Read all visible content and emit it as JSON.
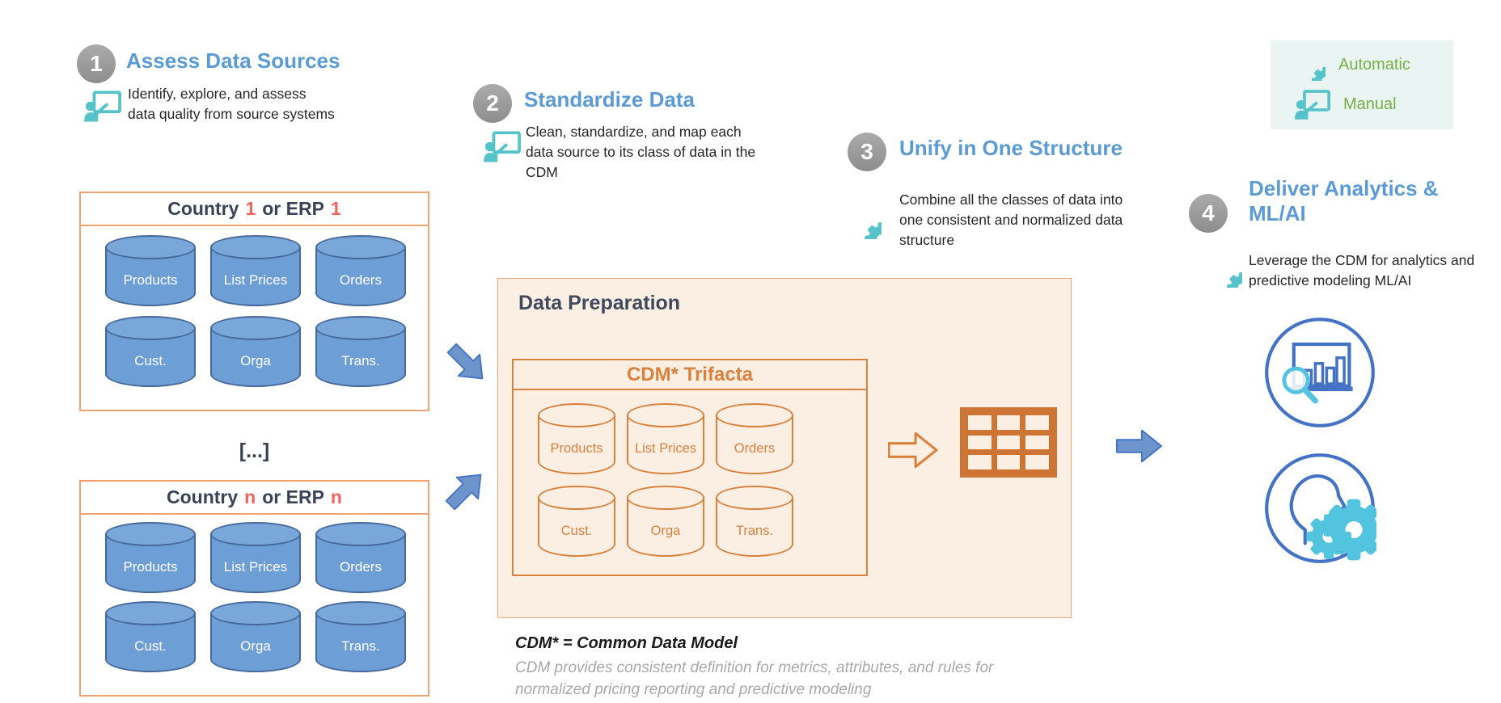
{
  "legend": {
    "items": [
      {
        "icon": "gear-icon",
        "label": "Automatic"
      },
      {
        "icon": "presenter-icon",
        "label": "Manual"
      }
    ]
  },
  "steps": [
    {
      "number": "1",
      "title": "Assess Data Sources",
      "description": "Identify, explore, and assess data quality from source systems",
      "icon": "presenter-icon"
    },
    {
      "number": "2",
      "title": "Standardize Data",
      "description": "Clean, standardize, and map each data source to its class of data in the CDM",
      "icon": "presenter-icon"
    },
    {
      "number": "3",
      "title": "Unify in One Structure",
      "description": "Combine all the classes of data into one consistent and normalized data structure",
      "icon": "gear-icon"
    },
    {
      "number": "4",
      "title": "Deliver Analytics & ML/AI",
      "description": "Leverage the CDM for analytics and predictive modeling ML/AI",
      "icon": "gear-icon"
    }
  ],
  "source_boxes": [
    {
      "title_parts": [
        "Country",
        "1",
        "or ERP",
        "1"
      ],
      "cylinders": [
        "Products",
        "List Prices",
        "Orders",
        "Cust.",
        "Orga",
        "Trans."
      ]
    },
    {
      "title_parts": [
        "Country",
        "n",
        "or ERP",
        "n"
      ],
      "cylinders": [
        "Products",
        "List Prices",
        "Orders",
        "Cust.",
        "Orga",
        "Trans."
      ]
    }
  ],
  "ellipsis": "[...]",
  "data_preparation": {
    "title": "Data Preparation",
    "cdm_title": "CDM* Trifacta",
    "cylinders": [
      "Products",
      "List Prices",
      "Orders",
      "Cust.",
      "Orga",
      "Trans."
    ]
  },
  "footnote": {
    "title": "CDM* = Common Data Model",
    "line1": "CDM provides consistent definition for metrics, attributes, and rules for",
    "line2": "normalized pricing reporting and predictive modeling"
  },
  "colors": {
    "step_title_blue": "#5B9BD5",
    "navy": "#3A4356",
    "accent_red": "#F4625C",
    "teal_icon": "#56C3CB",
    "legend_green": "#77B043",
    "orange": "#D9813D",
    "cylinder_blue": "#6D9ED6",
    "cylinder_blue_border": "#46699B",
    "arrow_blue": "#6D95CC",
    "box_orange_border": "#F0A271",
    "prep_background": "#FBEFE3",
    "gray_circle": "#9E9E9E",
    "footnote_gray": "#A8A8A8"
  }
}
